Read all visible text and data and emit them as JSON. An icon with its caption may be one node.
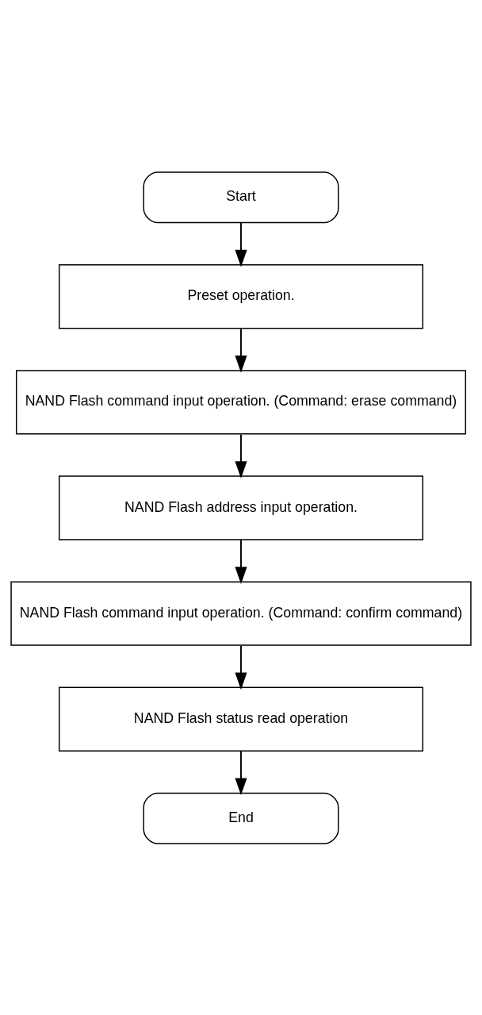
{
  "diagram": {
    "nodes": [
      {
        "text": [
          "Start"
        ]
      },
      {
        "text": [
          "Preset operation."
        ]
      },
      {
        "text": [
          "NAND Flash command input operation. (Command: erase command)"
        ]
      },
      {
        "text": [
          "NAND Flash address input operation."
        ]
      },
      {
        "text": [
          "NAND Flash command input operation. (Command: confirm command)"
        ]
      },
      {
        "text": [
          "NAND Flash status read operation"
        ]
      },
      {
        "text": [
          "End"
        ]
      }
    ],
    "edges": [
      {
        "from": 0,
        "to": 1,
        "arrow": "to"
      },
      {
        "from": 1,
        "to": 2,
        "arrow": "to"
      },
      {
        "from": 2,
        "to": 3,
        "arrow": "to"
      },
      {
        "from": 3,
        "to": 4,
        "arrow": "to"
      },
      {
        "from": 4,
        "to": 5,
        "arrow": "to"
      },
      {
        "from": 5,
        "to": 6,
        "arrow": "to"
      }
    ]
  }
}
